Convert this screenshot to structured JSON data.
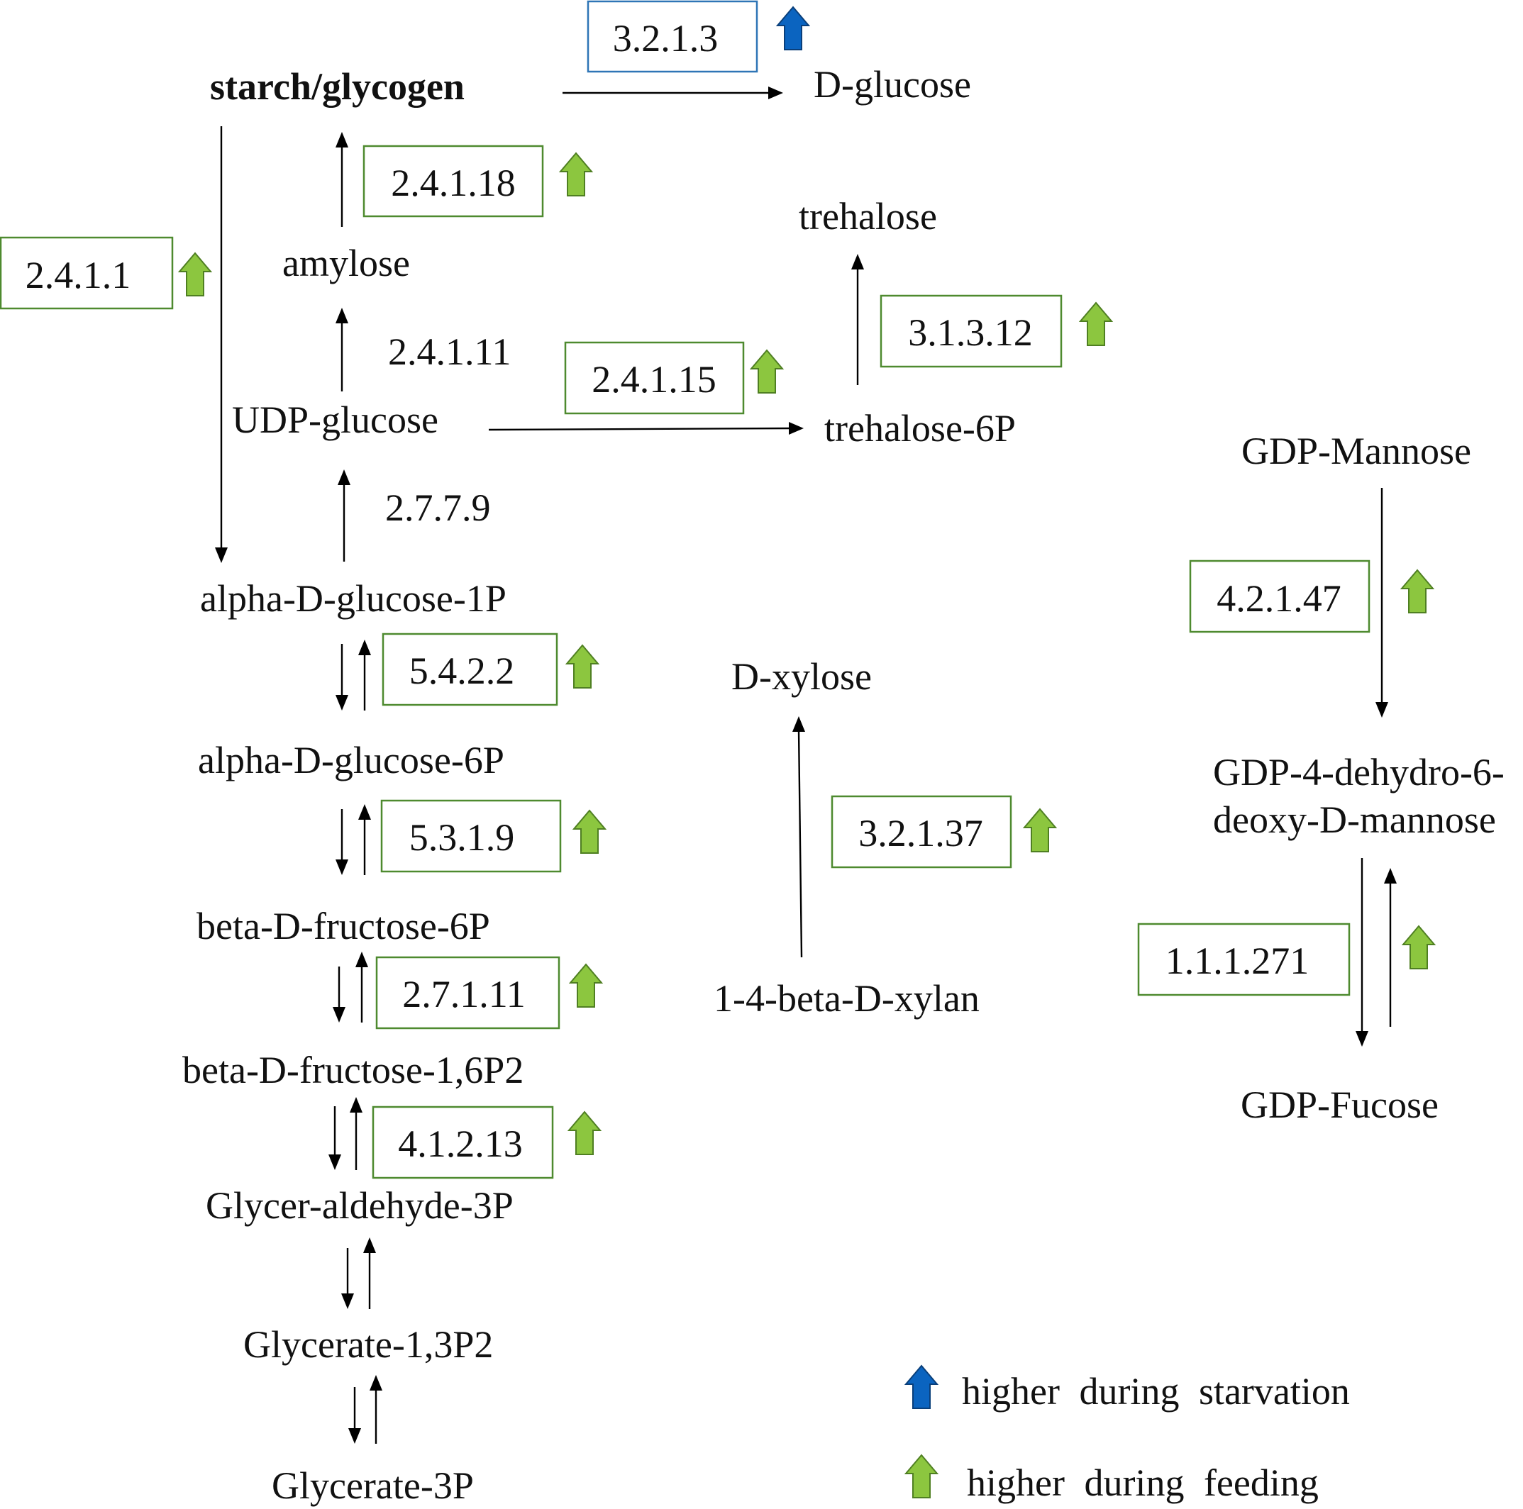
{
  "colors": {
    "green_box": "#4e8a2f",
    "blue_box": "#2e75b6",
    "green_arrow": "#8cc63f",
    "green_arrow_stroke": "#4f7f22",
    "blue_arrow": "#0b64c0",
    "blue_arrow_stroke": "#0a3f7a"
  },
  "nodes": {
    "starch": "starch/glycogen",
    "dglucose": "D-glucose",
    "amylose": "amylose",
    "trehalose": "trehalose",
    "udpglucose": "UDP-glucose",
    "trehalose6p": "trehalose-6P",
    "gdpmannose": "GDP-Mannose",
    "adg1p": "alpha-D-glucose-1P",
    "dxylose": "D-xylose",
    "adg6p": "alpha-D-glucose-6P",
    "gdp4dehydro_line1": "GDP-4-dehydro-6-",
    "gdp4dehydro_line2": "deoxy-D-mannose",
    "bdf6p": "beta-D-fructose-6P",
    "xylan": "1-4-beta-D-xylan",
    "bdf16p2": "beta-D-fructose-1,6P2",
    "gdpfucose": "GDP-Fucose",
    "g3p": "Glycer-aldehyde-3P",
    "gly13p2": "Glycerate-1,3P2",
    "gly3p": "Glycerate-3P"
  },
  "enzymes": {
    "e3213": "3.2.1.3",
    "e24118": "2.4.1.18",
    "e2411": "2.4.1.1",
    "e24111": "2.4.1.11",
    "e24115": "2.4.1.15",
    "e31312": "3.1.3.12",
    "e2779": "2.7.7.9",
    "e42147": "4.2.1.47",
    "e5422": "5.4.2.2",
    "e5319": "5.3.1.9",
    "e32137": "3.2.1.37",
    "e27111": "2.7.1.11",
    "e111271": "1.1.1.271",
    "e41213": "4.1.2.13"
  },
  "legend": {
    "starvation": "higher during starvation",
    "feeding": "higher during feeding"
  }
}
